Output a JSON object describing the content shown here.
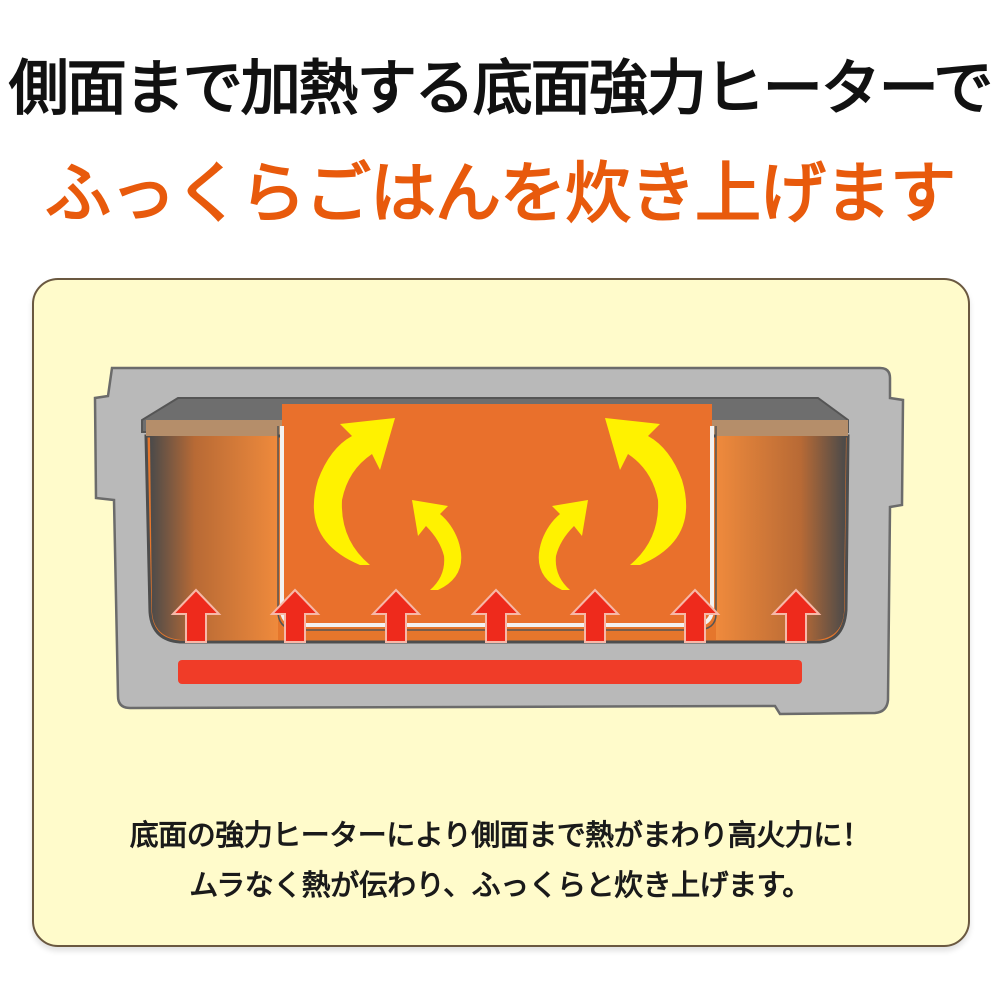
{
  "headline": {
    "line1": "側面まで加熱する底面強力ヒーターで",
    "line2": "ふっくらごはんを炊き上げます",
    "line1_color": "#111111",
    "line2_color": "#e85a0c"
  },
  "panel": {
    "background": "#fffbcb",
    "border_color": "#6a5840"
  },
  "illustration": {
    "subject": "rice-cooker-cross-section",
    "heater_color": "#f03c28",
    "heat_arrow_count": 7,
    "convection_arrow_count": 4,
    "convection_arrow_color": "#ffee00",
    "rice_color": "#e8702a"
  },
  "caption": {
    "line1": "底面の強力ヒーターにより側面まで熱がまわり高火力に！",
    "line2": "ムラなく熱が伝わり、ふっくらと炊き上げます。"
  }
}
